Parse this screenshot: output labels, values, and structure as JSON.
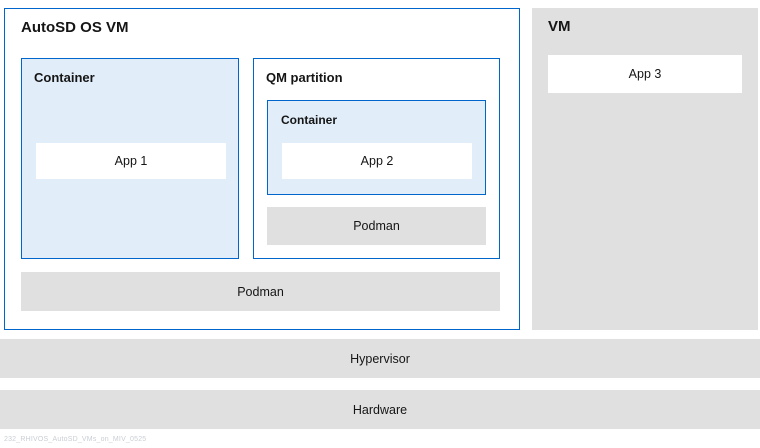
{
  "colors": {
    "border_blue": "#0066cc",
    "fill_light_blue": "#e1eefa",
    "fill_gray": "#e0e0e0",
    "text": "#151515",
    "caption_gray": "#c9ced4"
  },
  "autosd_vm": {
    "title": "AutoSD OS VM",
    "container": {
      "title": "Container",
      "app_label": "App 1"
    },
    "qm_partition": {
      "title": "QM partition",
      "container": {
        "title": "Container",
        "app_label": "App 2"
      },
      "podman_label": "Podman"
    },
    "podman_label": "Podman"
  },
  "vm": {
    "title": "VM",
    "app_label": "App 3"
  },
  "layers": {
    "hypervisor_label": "Hypervisor",
    "hardware_label": "Hardware"
  },
  "caption": "232_RHIVOS_AutoSD_VMs_on_MIV_0525"
}
